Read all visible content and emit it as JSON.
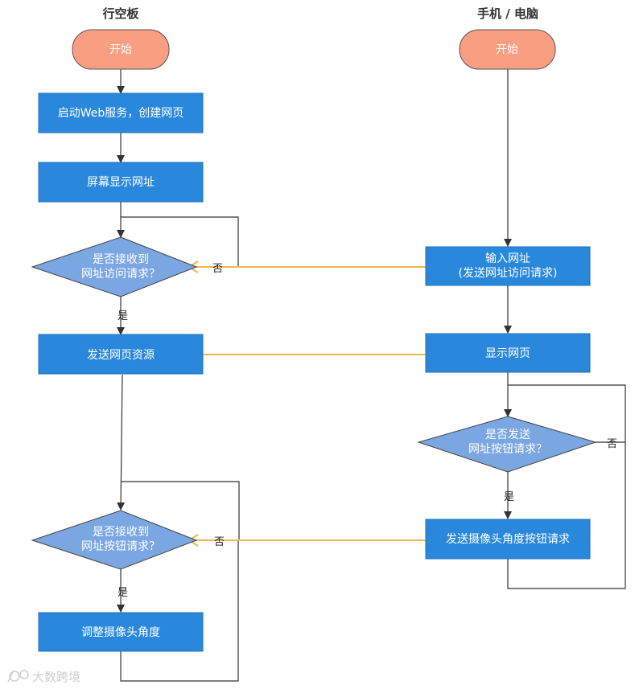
{
  "lanes": {
    "left_title": "行空板",
    "right_title": "手机 / 电脑"
  },
  "colors": {
    "start_fill": "#fa9e82",
    "process_fill": "#2a88dc",
    "decision_fill": "#7aa6e2",
    "flow_line": "#333333",
    "cross_line": "#f2b84b"
  },
  "left": {
    "start": "开始",
    "start_web": "启动Web服务，创建网页",
    "show_url": "屏幕显示网址",
    "decision_url_line1": "是否接收到",
    "decision_url_line2": "网址访问请求？",
    "send_resource": "发送网页资源",
    "decision_btn_line1": "是否接收到",
    "decision_btn_line2": "网址按钮请求？",
    "adjust_camera": "调整摄像头角度"
  },
  "right": {
    "start": "开始",
    "input_url_line1": "输入网址",
    "input_url_line2": "(发送网址访问请求)",
    "show_page": "显示网页",
    "decision_send_line1": "是否发送",
    "decision_send_line2": "网址按钮请求？",
    "send_camera_request": "发送摄像头角度按钮请求"
  },
  "labels": {
    "yes": "是",
    "no": "否"
  },
  "watermark": {
    "text": "大数跨境",
    "icon": "logo-icon"
  }
}
